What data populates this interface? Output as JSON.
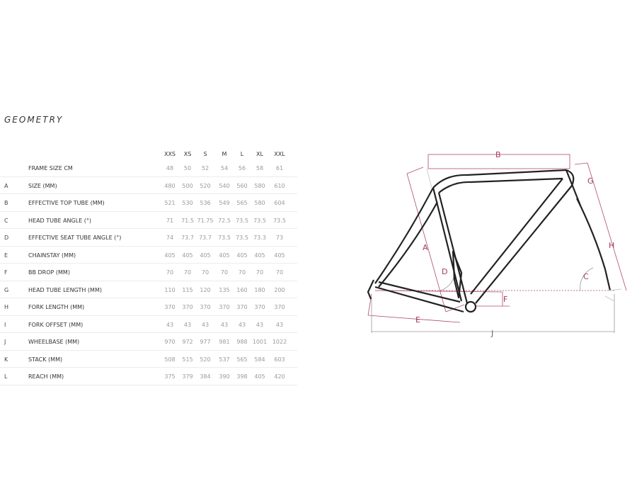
{
  "heading": "GEOMETRY",
  "table": {
    "sizes": [
      "XXS",
      "XS",
      "S",
      "M",
      "L",
      "XL",
      "XXL"
    ],
    "rows": [
      {
        "code": "",
        "label": "FRAME SIZE CM",
        "values": [
          "48",
          "50",
          "52",
          "54",
          "56",
          "58",
          "61"
        ]
      },
      {
        "code": "A",
        "label": "SIZE (MM)",
        "values": [
          "480",
          "500",
          "520",
          "540",
          "560",
          "580",
          "610"
        ]
      },
      {
        "code": "B",
        "label": "EFFECTIVE TOP TUBE (MM)",
        "values": [
          "521",
          "530",
          "536",
          "549",
          "565",
          "580",
          "604"
        ]
      },
      {
        "code": "C",
        "label": "HEAD TUBE ANGLE (°)",
        "values": [
          "71",
          "71.5",
          "71.75",
          "72.5",
          "73.5",
          "73.5",
          "73.5"
        ]
      },
      {
        "code": "D",
        "label": "EFFECTIVE SEAT TUBE ANGLE (°)",
        "values": [
          "74",
          "73.7",
          "73.7",
          "73.5",
          "73.5",
          "73.3",
          "73"
        ]
      },
      {
        "code": "E",
        "label": "CHAINSTAY (MM)",
        "values": [
          "405",
          "405",
          "405",
          "405",
          "405",
          "405",
          "405"
        ]
      },
      {
        "code": "F",
        "label": "BB DROP (MM)",
        "values": [
          "70",
          "70",
          "70",
          "70",
          "70",
          "70",
          "70"
        ]
      },
      {
        "code": "G",
        "label": "HEAD TUBE LENGTH (MM)",
        "values": [
          "110",
          "115",
          "120",
          "135",
          "160",
          "180",
          "200"
        ]
      },
      {
        "code": "H",
        "label": "FORK LENGTH (MM)",
        "values": [
          "370",
          "370",
          "370",
          "370",
          "370",
          "370",
          "370"
        ]
      },
      {
        "code": "I",
        "label": "FORK OFFSET (MM)",
        "values": [
          "43",
          "43",
          "43",
          "43",
          "43",
          "43",
          "43"
        ]
      },
      {
        "code": "J",
        "label": "WHEELBASE (MM)",
        "values": [
          "970",
          "972",
          "977",
          "981",
          "988",
          "1001",
          "1022"
        ]
      },
      {
        "code": "K",
        "label": "STACK (MM)",
        "values": [
          "508",
          "515",
          "520",
          "537",
          "565",
          "584",
          "603"
        ]
      },
      {
        "code": "L",
        "label": "REACH (MM)",
        "values": [
          "375",
          "379",
          "384",
          "390",
          "398",
          "405",
          "420"
        ]
      }
    ]
  },
  "diagram": {
    "labels": {
      "A": "A",
      "B": "B",
      "C": "C",
      "D": "D",
      "E": "E",
      "F": "F",
      "G": "G",
      "H": "H",
      "J": "J"
    },
    "colors": {
      "frame": "#222222",
      "dimension": "#b04a70",
      "guide": "#999999"
    }
  }
}
